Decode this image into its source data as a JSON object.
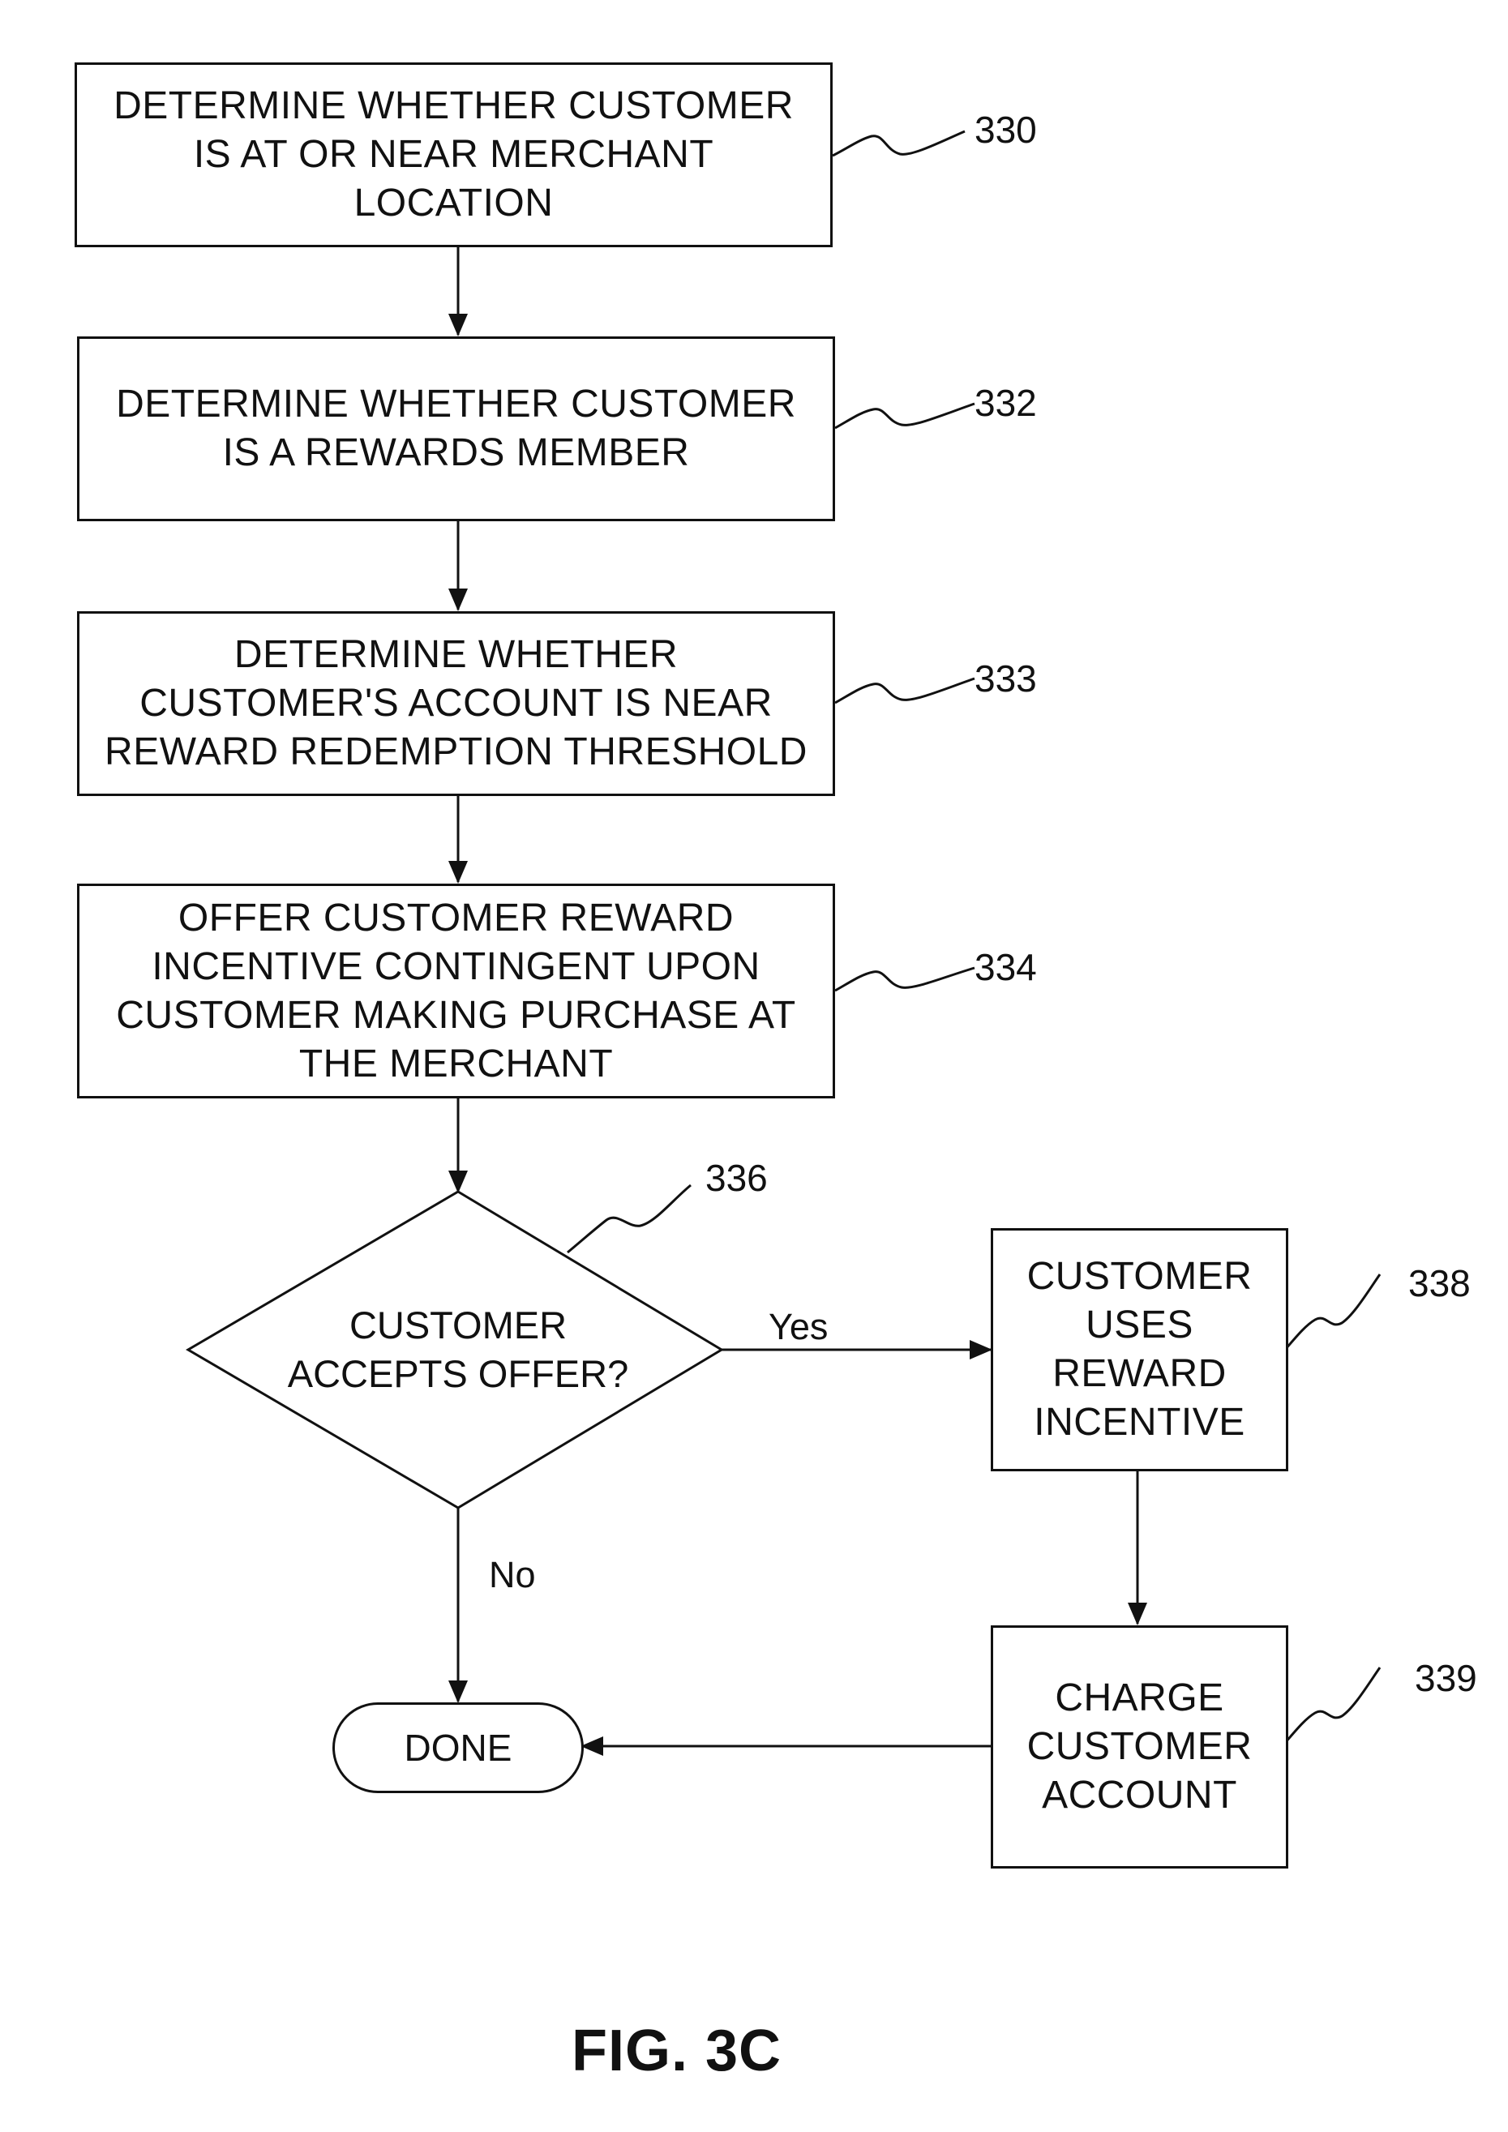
{
  "steps": {
    "s330": {
      "ref": "330",
      "lines": [
        "DETERMINE WHETHER CUSTOMER",
        "IS AT OR NEAR MERCHANT",
        "LOCATION"
      ]
    },
    "s332": {
      "ref": "332",
      "lines": [
        "DETERMINE WHETHER CUSTOMER",
        "IS A REWARDS MEMBER"
      ]
    },
    "s333": {
      "ref": "333",
      "lines": [
        "DETERMINE WHETHER",
        "CUSTOMER'S ACCOUNT IS NEAR",
        "REWARD REDEMPTION THRESHOLD"
      ]
    },
    "s334": {
      "ref": "334",
      "lines": [
        "OFFER CUSTOMER REWARD",
        "INCENTIVE CONTINGENT UPON",
        "CUSTOMER MAKING PURCHASE AT",
        "THE MERCHANT"
      ]
    },
    "s336": {
      "ref": "336",
      "lines": [
        "CUSTOMER",
        "ACCEPTS OFFER?"
      ]
    },
    "s338": {
      "ref": "338",
      "lines": [
        "CUSTOMER",
        "USES",
        "REWARD",
        "INCENTIVE"
      ]
    },
    "s339": {
      "ref": "339",
      "lines": [
        "CHARGE",
        "CUSTOMER",
        "ACCOUNT"
      ]
    }
  },
  "terminal": {
    "label": "DONE"
  },
  "branches": {
    "yes": "Yes",
    "no": "No"
  },
  "figure_label": "FIG. 3C",
  "colors": {
    "line": "#111111",
    "background": "#ffffff"
  }
}
